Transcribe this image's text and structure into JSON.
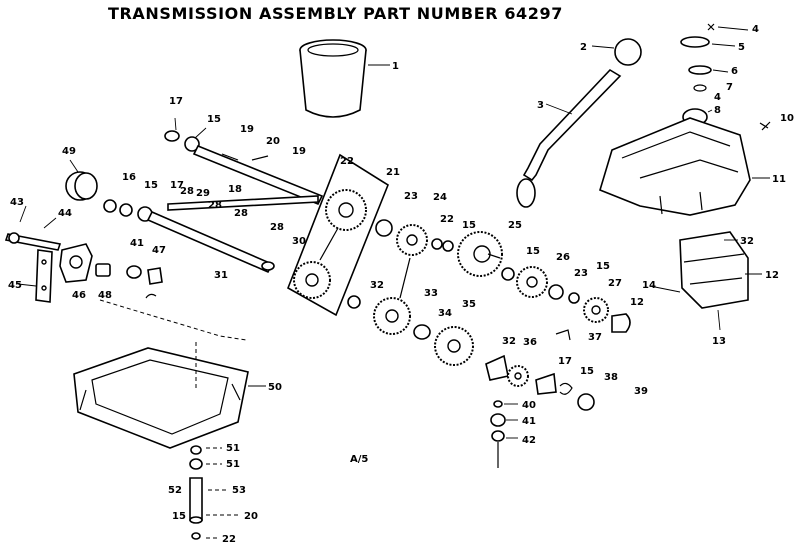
{
  "title": "TRANSMISSION ASSEMBLY PART NUMBER 64297",
  "note": "A/5",
  "colors": {
    "ink": "#000000",
    "paper": "#ffffff"
  },
  "callouts": [
    {
      "id": "c1",
      "text": "1"
    },
    {
      "id": "c2",
      "text": "2"
    },
    {
      "id": "c3",
      "text": "3"
    },
    {
      "id": "c4",
      "text": "4"
    },
    {
      "id": "c5",
      "text": "5"
    },
    {
      "id": "c6",
      "text": "6"
    },
    {
      "id": "c7",
      "text": "7"
    },
    {
      "id": "c8",
      "text": "4"
    },
    {
      "id": "c9",
      "text": "8"
    },
    {
      "id": "c10",
      "text": "10"
    },
    {
      "id": "c11",
      "text": "11"
    },
    {
      "id": "c12",
      "text": "17"
    },
    {
      "id": "c13",
      "text": "15"
    },
    {
      "id": "c14",
      "text": "19"
    },
    {
      "id": "c15",
      "text": "20"
    },
    {
      "id": "c16",
      "text": "19"
    },
    {
      "id": "c17",
      "text": "18"
    },
    {
      "id": "c18",
      "text": "49"
    },
    {
      "id": "c19",
      "text": "16"
    },
    {
      "id": "c20",
      "text": "15"
    },
    {
      "id": "c21",
      "text": "17"
    },
    {
      "id": "c22",
      "text": "28"
    },
    {
      "id": "c23",
      "text": "29"
    },
    {
      "id": "c24",
      "text": "28"
    },
    {
      "id": "c25",
      "text": "28"
    },
    {
      "id": "c26",
      "text": "28"
    },
    {
      "id": "c27",
      "text": "30"
    },
    {
      "id": "c28",
      "text": "31"
    },
    {
      "id": "c29",
      "text": "22"
    },
    {
      "id": "c30",
      "text": "21"
    },
    {
      "id": "c31",
      "text": "23"
    },
    {
      "id": "c32",
      "text": "24"
    },
    {
      "id": "c33",
      "text": "22"
    },
    {
      "id": "c34",
      "text": "15"
    },
    {
      "id": "c35",
      "text": "25"
    },
    {
      "id": "c36",
      "text": "43"
    },
    {
      "id": "c37",
      "text": "44"
    },
    {
      "id": "c38",
      "text": "45"
    },
    {
      "id": "c39",
      "text": "46"
    },
    {
      "id": "c40",
      "text": "48"
    },
    {
      "id": "c41",
      "text": "41"
    },
    {
      "id": "c42",
      "text": "47"
    },
    {
      "id": "c43",
      "text": "32"
    },
    {
      "id": "c44",
      "text": "33"
    },
    {
      "id": "c45",
      "text": "34"
    },
    {
      "id": "c46",
      "text": "35"
    },
    {
      "id": "c47",
      "text": "15"
    },
    {
      "id": "c48",
      "text": "26"
    },
    {
      "id": "c49",
      "text": "23"
    },
    {
      "id": "c50",
      "text": "15"
    },
    {
      "id": "c51",
      "text": "27"
    },
    {
      "id": "c52",
      "text": "12"
    },
    {
      "id": "c53",
      "text": "37"
    },
    {
      "id": "c54",
      "text": "32"
    },
    {
      "id": "c55",
      "text": "36"
    },
    {
      "id": "c56",
      "text": "17"
    },
    {
      "id": "c57",
      "text": "15"
    },
    {
      "id": "c58",
      "text": "38"
    },
    {
      "id": "c59",
      "text": "39"
    },
    {
      "id": "c60",
      "text": "40"
    },
    {
      "id": "c61",
      "text": "41"
    },
    {
      "id": "c62",
      "text": "42"
    },
    {
      "id": "c63",
      "text": "32"
    },
    {
      "id": "c64",
      "text": "14"
    },
    {
      "id": "c65",
      "text": "12"
    },
    {
      "id": "c66",
      "text": "13"
    },
    {
      "id": "c67",
      "text": "50"
    },
    {
      "id": "c68",
      "text": "51"
    },
    {
      "id": "c69",
      "text": "51"
    },
    {
      "id": "c70",
      "text": "52"
    },
    {
      "id": "c71",
      "text": "53"
    },
    {
      "id": "c72",
      "text": "15"
    },
    {
      "id": "c73",
      "text": "20"
    },
    {
      "id": "c74",
      "text": "22"
    }
  ]
}
